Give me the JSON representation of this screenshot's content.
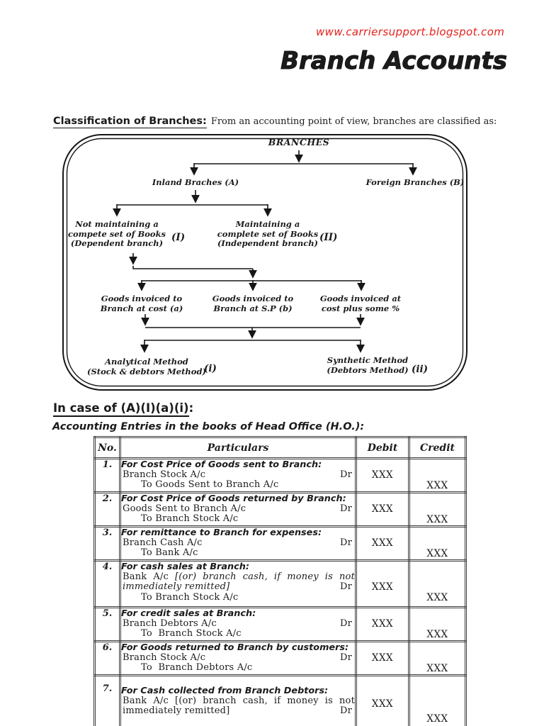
{
  "header": {
    "site_url": "www.carriersupport.blogspot.com",
    "doc_title": "Branch Accounts",
    "url_color": "#e4211c"
  },
  "classification": {
    "heading": "Classification of Branches:",
    "intro": "From an accounting point of view, branches are classified as:"
  },
  "flowchart": {
    "root": "BRANCHES",
    "inland": "Inland Braches (A)",
    "foreign": "Foreign Branches (B)",
    "dependent": {
      "line1": "Not maintaining a",
      "line2": "compete set of Books",
      "line3": "(Dependent branch)",
      "tag": "(I)"
    },
    "independent": {
      "line1": "Maintaining a",
      "line2": "complete set of Books",
      "line3": "(Independent branch)",
      "tag": "(II)"
    },
    "invoiced_cost": {
      "line1": "Goods invoiced to",
      "line2": "Branch at cost (a)"
    },
    "invoiced_sp": {
      "line1": "Goods invoiced to",
      "line2": "Branch at S.P (b)"
    },
    "invoiced_plus": {
      "line1": "Goods invoiced at",
      "line2": "cost plus some %"
    },
    "analytical": {
      "line1": "Analytical Method",
      "line2": "(Stock & debtors Method)",
      "tag": "(i)"
    },
    "synthetic": {
      "line1": "Synthetic Method",
      "line2": "(Debtors Method)",
      "tag": "(ii)"
    }
  },
  "case_section": {
    "heading": "In case of (A)(I)(a)(i)",
    "colon": ":",
    "subheading": "Accounting Entries in the books of Head Office (H.O.):"
  },
  "table": {
    "headers": {
      "no": "No.",
      "particulars": "Particulars",
      "debit": "Debit",
      "credit": "Credit"
    },
    "rows": [
      {
        "no": "1.",
        "title": "For Cost Price of Goods sent to Branch:",
        "debit_account": "Branch Stock A/c",
        "dr": "Dr",
        "credit_account": "To Goods Sent to Branch A/c",
        "debit": "XXX",
        "credit": "XXX"
      },
      {
        "no": "2.",
        "title": "For Cost Price of Goods returned by Branch:",
        "debit_account": "Goods Sent to Branch A/c",
        "dr": "Dr",
        "credit_account": "To Branch Stock A/c",
        "debit": "XXX",
        "credit": "XXX"
      },
      {
        "no": "3.",
        "title": "For remittance to Branch for expenses:",
        "debit_account": "Branch Cash A/c",
        "dr": "Dr",
        "credit_account": "To Bank A/c",
        "debit": "XXX",
        "credit": "XXX"
      },
      {
        "no": "4.",
        "title": "For cash sales at Branch:",
        "debit_account": "Bank A/c",
        "debit_note_1": "[(or) branch cash, if money is not",
        "debit_note_2": "immediately remitted]",
        "dr": "Dr",
        "credit_account": "To Branch Stock A/c",
        "debit": "XXX",
        "credit": "XXX"
      },
      {
        "no": "5.",
        "title": "For credit sales at Branch:",
        "debit_account": "Branch Debtors A/c",
        "dr": "Dr",
        "credit_account": "To  Branch Stock A/c",
        "debit": "XXX",
        "credit": "XXX"
      },
      {
        "no": "6.",
        "title": "For Goods returned to Branch by customers:",
        "debit_account": "Branch Stock A/c",
        "dr": "Dr",
        "credit_account": "To  Branch Debtors A/c",
        "debit": "XXX",
        "credit": "XXX"
      },
      {
        "no": "7.",
        "title": "For Cash collected from Branch Debtors:",
        "debit_account": "Bank A/c",
        "debit_note_1": "[(or) branch cash, if money is not",
        "debit_note_2": "immediately remitted]",
        "dr": "Dr",
        "debit": "XXX",
        "credit": "XXX"
      }
    ]
  }
}
